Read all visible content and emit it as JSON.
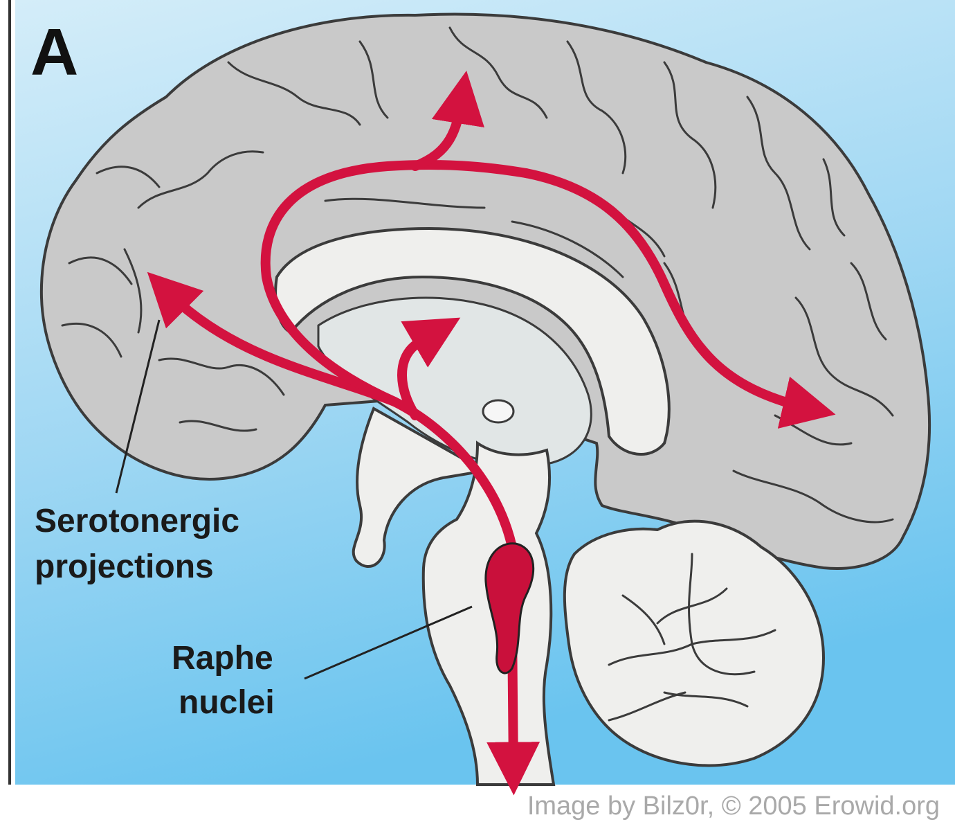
{
  "panel_label": "A",
  "labels": {
    "projections": [
      "Serotonergic",
      "projections"
    ],
    "raphe": [
      "Raphe",
      "nuclei"
    ]
  },
  "credit": "Image by Bilz0r, © 2005 Erowid.org",
  "colors": {
    "background_top": "#cfeaf8",
    "background_bottom": "#69c3ef",
    "projection": "#d3123f",
    "cortex": "#c9c9c9",
    "white_matter": "#efefed"
  }
}
